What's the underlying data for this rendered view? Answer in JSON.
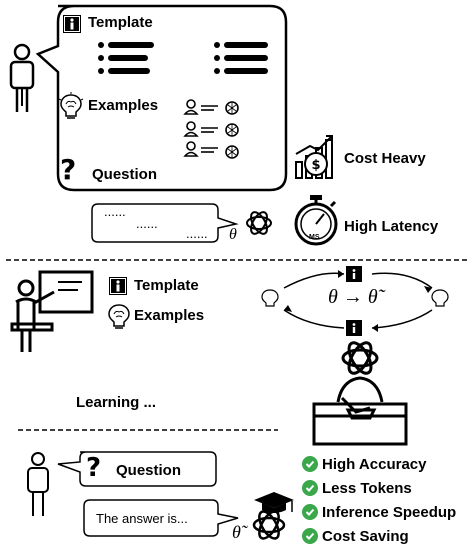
{
  "top": {
    "template_label": "Template",
    "examples_label": "Examples",
    "question_label": "Question",
    "cost_label": "Cost Heavy",
    "latency_label": "High Latency",
    "dots_1": "......",
    "dots_2": "......",
    "dots_3": "......",
    "theta": "θ",
    "stopwatch_text": "MS"
  },
  "middle": {
    "template_label": "Template",
    "examples_label": "Examples",
    "equation": "θ → θ̃",
    "learning_label": "Learning ..."
  },
  "bottom": {
    "question_label": "Question",
    "answer_text": "The answer is...",
    "theta_tilde": "θ̃",
    "benefits": [
      "High Accuracy",
      "Less Tokens",
      "Inference Speedup",
      "Cost Saving"
    ],
    "check_color": "#3aa84a"
  },
  "icons": [
    "person-icon",
    "info-icon",
    "list-icon",
    "brain-bulb-icon",
    "user-list-icon",
    "question-mark-icon",
    "money-chart-icon",
    "stopwatch-icon",
    "openai-logo-icon",
    "teacher-board-icon",
    "student-desk-icon",
    "graduation-cap-icon",
    "check-circle-icon"
  ]
}
